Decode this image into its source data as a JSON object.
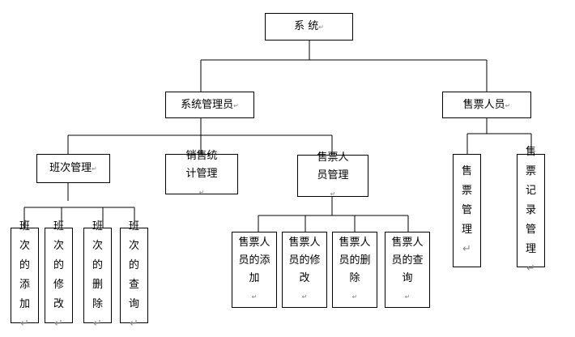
{
  "return_mark": "↵",
  "nodes": {
    "root": "系 统",
    "admin": "系统管理员",
    "seller": "售票人员",
    "shift_mgmt": "班次管理",
    "sales_stats": "销售统计管理",
    "seller_mgmt": "售票人员管理",
    "shift_add": "班次的添加",
    "shift_edit": "班次的修改",
    "shift_delete": "班次的删除",
    "shift_query": "班次的查询",
    "seller_add": "售票人员的添加",
    "seller_edit": "售票人员的修改",
    "seller_delete": "售票人员的删除",
    "seller_query": "售票人员的查询",
    "ticket_mgmt": "售票管理",
    "ticket_record_mgmt": "售票记录管理"
  }
}
